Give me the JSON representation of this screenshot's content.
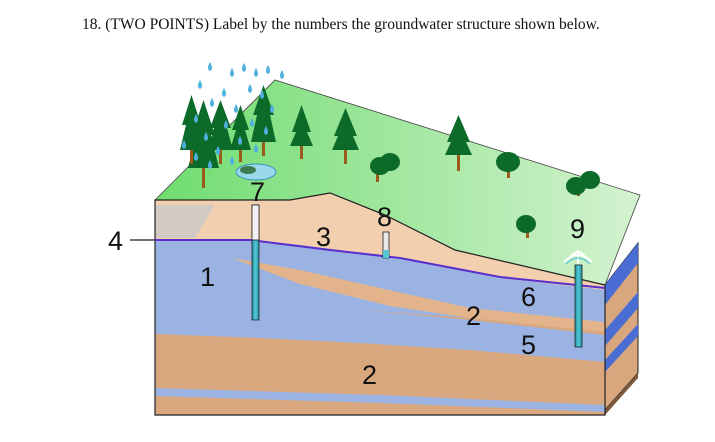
{
  "question": {
    "text": "18. (TWO POINTS) Label by the numbers the groundwater structure shown below."
  },
  "labels": {
    "l1": "1",
    "l2_bottom": "2",
    "l2_right": "2",
    "l3": "3",
    "l4": "4",
    "l5": "5",
    "l6": "6",
    "l7": "7",
    "l8": "8",
    "l9": "9"
  },
  "colors": {
    "surface_left": "#6fdc6f",
    "surface_right": "#d4f2d0",
    "topsoil": "#f2cfaf",
    "aquifer": "#9bb3e3",
    "clay": "#d9a77d",
    "water_table": "#5a2ecc",
    "side_blue": "#3e63c9",
    "tree": "#0d6b2a",
    "trunk": "#9a5a1c",
    "rain": "#4fb0e0",
    "well": "#2ba5b8"
  }
}
